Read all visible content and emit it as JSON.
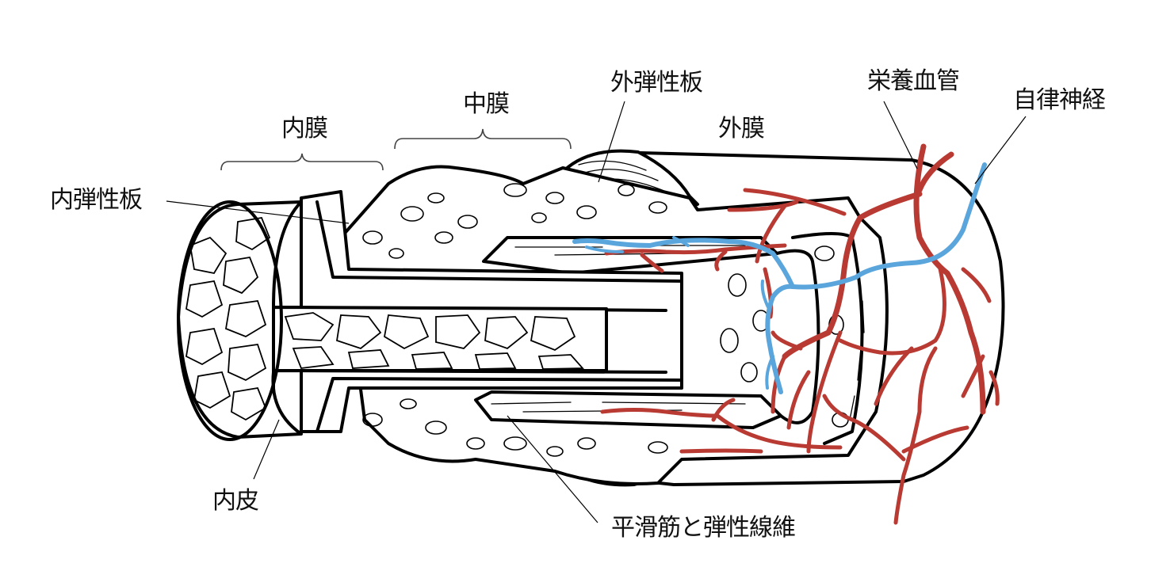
{
  "diagram": {
    "subject": "blood vessel wall cross-section (cutaway)",
    "labels": {
      "tunica_intima": "内膜",
      "tunica_media": "中膜",
      "tunica_externa": "外膜",
      "internal_elastic_lamina": "内弾性板",
      "external_elastic_lamina": "外弾性板",
      "vasa_vasorum": "栄養血管",
      "autonomic_nerve": "自律神経",
      "endothelium": "内皮",
      "smooth_muscle_and_elastic_fibers": "平滑筋と弾性線維"
    },
    "colors": {
      "vasa_vasorum": "#b83a32",
      "autonomic_nerve": "#5aa5dc",
      "outline": "#000000",
      "background": "#ffffff"
    }
  }
}
